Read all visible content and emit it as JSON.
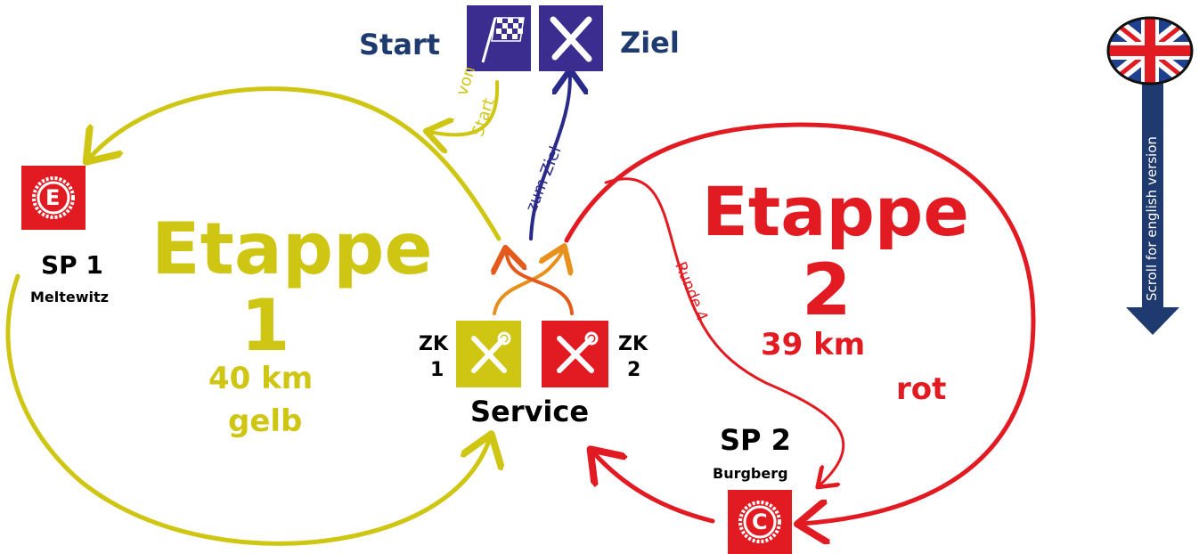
{
  "colors": {
    "yellow": "#cfc614",
    "red": "#e21b22",
    "blue": "#2a2a8a",
    "navy": "#1e3a6e",
    "orange": "#e8901c",
    "orange_red": "#e45a1c",
    "flag_box": "#3a2d8f"
  },
  "header": {
    "start_label": "Start",
    "finish_label": "Ziel",
    "start_icon": "checkered-flag-icon",
    "finish_icon": "tools-icon"
  },
  "routes": {
    "from_start_line1": "von",
    "from_start_line2": "Start",
    "to_finish": "zum Ziel",
    "round_label": "Runde 4"
  },
  "stage1": {
    "title": "Etappe",
    "number": "1",
    "distance": "40 km",
    "color_name": "gelb"
  },
  "stage2": {
    "title": "Etappe",
    "number": "2",
    "distance": "39 km",
    "color_name": "rot"
  },
  "sp1": {
    "label": "SP 1",
    "place": "Meltewitz",
    "icon": "stage-e-icon",
    "letter": "E"
  },
  "sp2": {
    "label": "SP 2",
    "place": "Burgberg",
    "icon": "stage-c-icon",
    "letter": "C"
  },
  "service": {
    "label": "Service",
    "zk1_line1": "ZK",
    "zk1_line2": "1",
    "zk2_line1": "ZK",
    "zk2_line2": "2"
  },
  "english": {
    "scroll_text": "Scroll for english version",
    "flag_icon": "uk-flag-icon"
  }
}
